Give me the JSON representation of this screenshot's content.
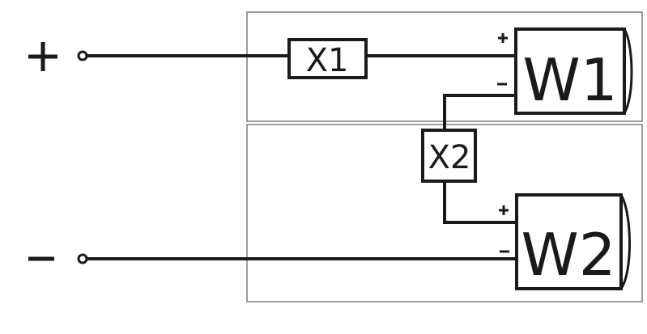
{
  "terminals": {
    "positive_symbol": "+",
    "negative_symbol": "−"
  },
  "components": {
    "x1": "X1",
    "x2": "X2",
    "w1": "W1",
    "w2": "W2"
  },
  "polarity": {
    "plus": "+",
    "minus": "-"
  }
}
